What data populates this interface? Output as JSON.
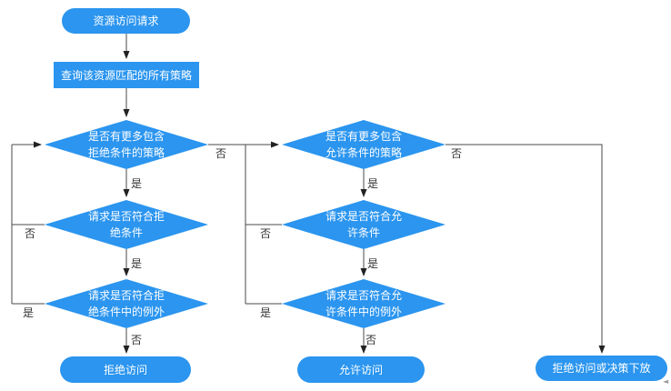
{
  "diagram": {
    "type": "flowchart",
    "language": "zh-CN",
    "colors": {
      "node_fill": "#2b95ef",
      "node_text": "#ffffff",
      "edge_line": "#4a4a4a",
      "edge_label_text": "#333333",
      "background": "#ffffff"
    },
    "nodes": {
      "start": {
        "shape": "terminator",
        "label": "资源访问请求"
      },
      "query_policies": {
        "shape": "process",
        "label": "查询该资源匹配的所有策略"
      },
      "more_deny_policies": {
        "shape": "decision",
        "label": "是否有更多包含拒绝条件的策略"
      },
      "match_deny_condition": {
        "shape": "decision",
        "label": "请求是否符合拒绝条件"
      },
      "match_deny_exception": {
        "shape": "decision",
        "label": "请求是否符合拒绝条件中的例外"
      },
      "deny_end": {
        "shape": "terminator",
        "label": "拒绝访问"
      },
      "more_allow_policies": {
        "shape": "decision",
        "label": "是否有更多包含允许条件的策略"
      },
      "match_allow_condition": {
        "shape": "decision",
        "label": "请求是否符合允许条件"
      },
      "match_allow_exception": {
        "shape": "decision",
        "label": "请求是否符合允许条件中的例外"
      },
      "allow_end": {
        "shape": "terminator",
        "label": "允许访问"
      },
      "default_end": {
        "shape": "terminator",
        "label": "拒绝访问或决策下放"
      }
    },
    "edge_labels": {
      "yes": "是",
      "no": "否"
    },
    "artifact": {
      "glyph": "◄"
    }
  }
}
